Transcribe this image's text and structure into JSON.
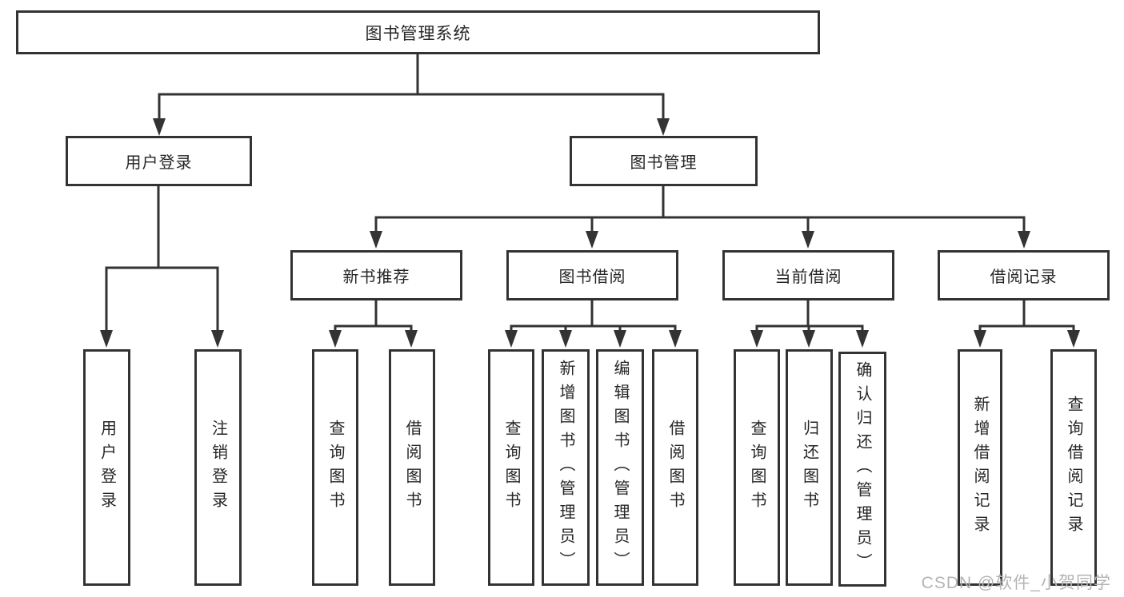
{
  "tree": {
    "root": "图书管理系统",
    "branches": [
      {
        "label": "用户登录",
        "children": [
          "用户登录",
          "注销登录"
        ]
      },
      {
        "label": "图书管理",
        "subbranches": [
          {
            "label": "新书推荐",
            "children": [
              "查询图书",
              "借阅图书"
            ]
          },
          {
            "label": "图书借阅",
            "children": [
              "查询图书",
              "新增图书（管理员）",
              "编辑图书（管理员）",
              "借阅图书"
            ]
          },
          {
            "label": "当前借阅",
            "children": [
              "查询图书",
              "归还图书",
              "确认归还（管理员）"
            ]
          },
          {
            "label": "借阅记录",
            "children": [
              "新增借阅记录",
              "查询借阅记录"
            ]
          }
        ]
      }
    ]
  },
  "watermark": {
    "text": "CSDN @软件_小贺同学"
  },
  "colors": {
    "line": "#333333",
    "text": "#262626",
    "background": "#ffffff",
    "watermark": "#b4b4b4"
  }
}
